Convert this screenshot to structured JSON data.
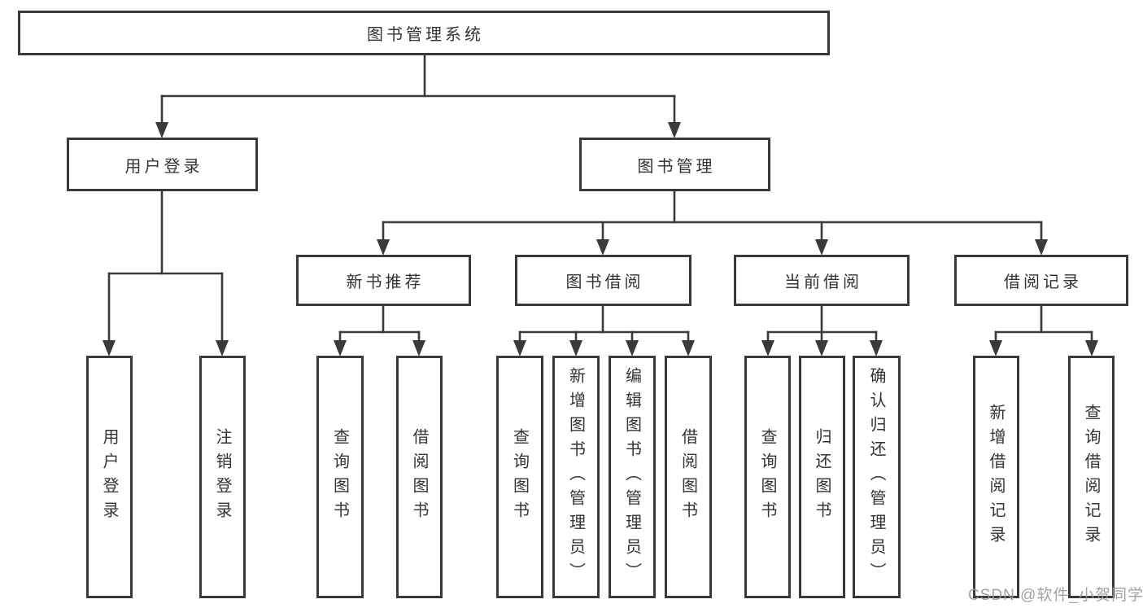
{
  "diagram": {
    "type": "tree",
    "root": {
      "label": "图书管理系统",
      "children": [
        {
          "label": "用户登录",
          "children": [
            {
              "label": "用户登录"
            },
            {
              "label": "注销登录"
            }
          ]
        },
        {
          "label": "图书管理",
          "children": [
            {
              "label": "新书推荐",
              "children": [
                {
                  "label": "查询图书"
                },
                {
                  "label": "借阅图书"
                }
              ]
            },
            {
              "label": "图书借阅",
              "children": [
                {
                  "label": "查询图书"
                },
                {
                  "label": "新增图书（管理员）"
                },
                {
                  "label": "编辑图书（管理员）"
                },
                {
                  "label": "借阅图书"
                }
              ]
            },
            {
              "label": "当前借阅",
              "children": [
                {
                  "label": "查询图书"
                },
                {
                  "label": "归还图书"
                },
                {
                  "label": "确认归还（管理员）"
                }
              ]
            },
            {
              "label": "借阅记录",
              "children": [
                {
                  "label": "新增借阅记录"
                },
                {
                  "label": "查询借阅记录"
                }
              ]
            }
          ]
        }
      ]
    },
    "colors": {
      "line": "#3a3a3a",
      "text": "#333333",
      "background": "#ffffff",
      "watermark": "#9a9a9a"
    }
  },
  "watermark": {
    "text": "CSDN @软件_小贺同学"
  }
}
